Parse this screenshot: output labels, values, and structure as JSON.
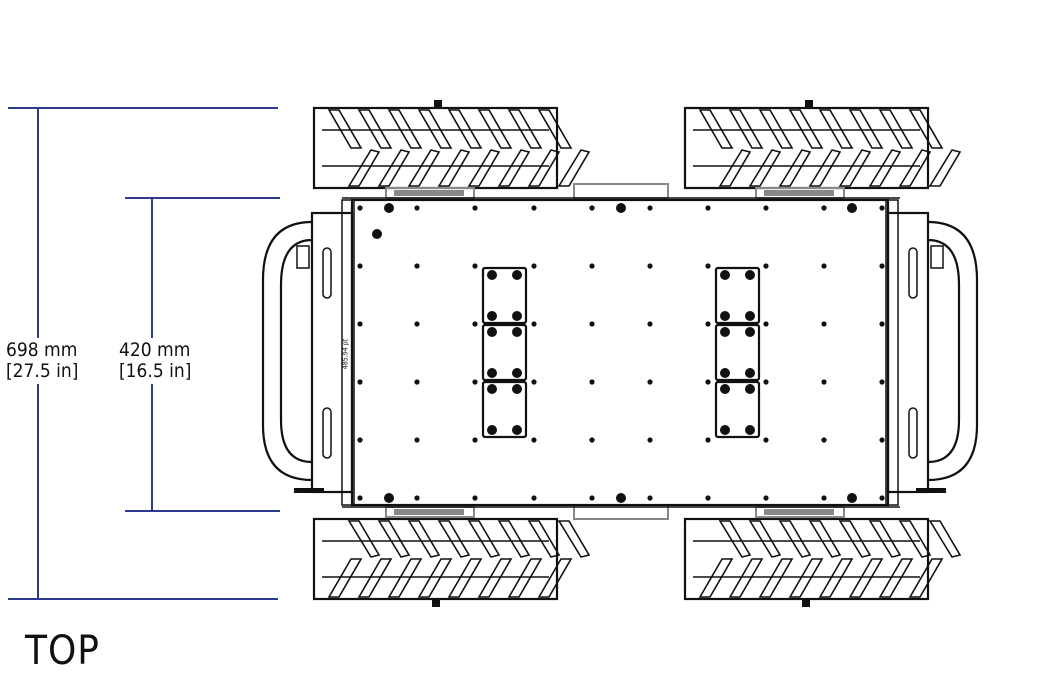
{
  "dimensions": {
    "overall_width": {
      "mm": "698 mm",
      "in": "[27.5 in]"
    },
    "track_width": {
      "mm": "420 mm",
      "in": "[16.5 in]"
    }
  },
  "annotation": "485.94 pt",
  "view_title": "TOP",
  "colors": {
    "dimension_line": "#2e3a8c",
    "drawing_line": "#111111",
    "detail_gray": "#888888"
  }
}
